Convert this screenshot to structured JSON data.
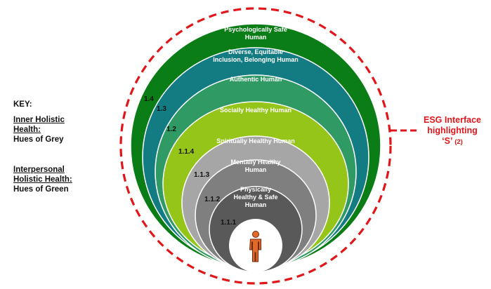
{
  "key": {
    "title": "KEY:",
    "inner_title_1": "Inner Holistic",
    "inner_title_2": "Health:",
    "inner_value": "Hues of Grey",
    "inter_title_1": "Interpersonal",
    "inter_title_2": "Holistic Health:",
    "inter_value": "Hues of Green"
  },
  "layers": [
    {
      "label_lines": [
        "Psychologically Safe",
        "Human"
      ],
      "code": "1.4",
      "color": "#0a7d16"
    },
    {
      "label_lines": [
        "Diverse, Equitable",
        "Inclusion, Belonging Human"
      ],
      "code": "1.3",
      "color": "#137c83"
    },
    {
      "label_lines": [
        "Authentic Human"
      ],
      "code": "1.2",
      "color": "#2f9a63"
    },
    {
      "label_lines": [
        "Socially Healthy Human"
      ],
      "code": "1.1.4",
      "color": "#96c51a"
    },
    {
      "label_lines": [
        "Spiritually Healthy Human"
      ],
      "code": "1.1.3",
      "color": "#a6a6a6"
    },
    {
      "label_lines": [
        "Mentally Healthy",
        "Human"
      ],
      "code": "1.1.2",
      "color": "#7f7f7f"
    },
    {
      "label_lines": [
        "Physically",
        "Healthy & Safe",
        "Human"
      ],
      "code": "1.1.1",
      "color": "#595959"
    }
  ],
  "person_icon": "person-icon",
  "esg": {
    "line1": "ESG Interface",
    "line2": "highlighting",
    "line3": "‘S’",
    "ref": "(2)",
    "color": "#e0161b"
  }
}
